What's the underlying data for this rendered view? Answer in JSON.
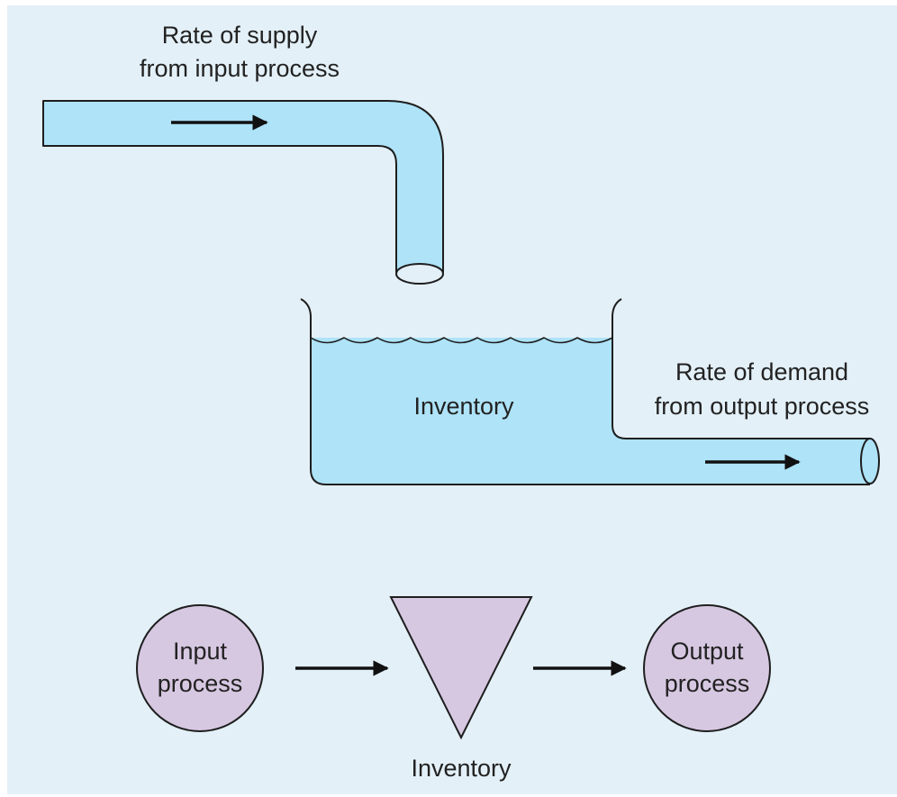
{
  "colors": {
    "panel_background": "#e3f0f8",
    "water": "#aee3f8",
    "node_fill": "#d7c8e2",
    "stroke": "#1e1e1e",
    "arrow": "#111111",
    "text": "#222222"
  },
  "tank_model": {
    "supply_label_line1": "Rate of supply",
    "supply_label_line2": "from input process",
    "inventory_label": "Inventory",
    "demand_label_line1": "Rate of demand",
    "demand_label_line2": "from output process",
    "flow_arrow_icon": "right-arrow-icon"
  },
  "process_model": {
    "input_node_line1": "Input",
    "input_node_line2": "process",
    "inventory_caption": "Inventory",
    "output_node_line1": "Output",
    "output_node_line2": "process",
    "connector_icon": "right-arrow-icon"
  }
}
